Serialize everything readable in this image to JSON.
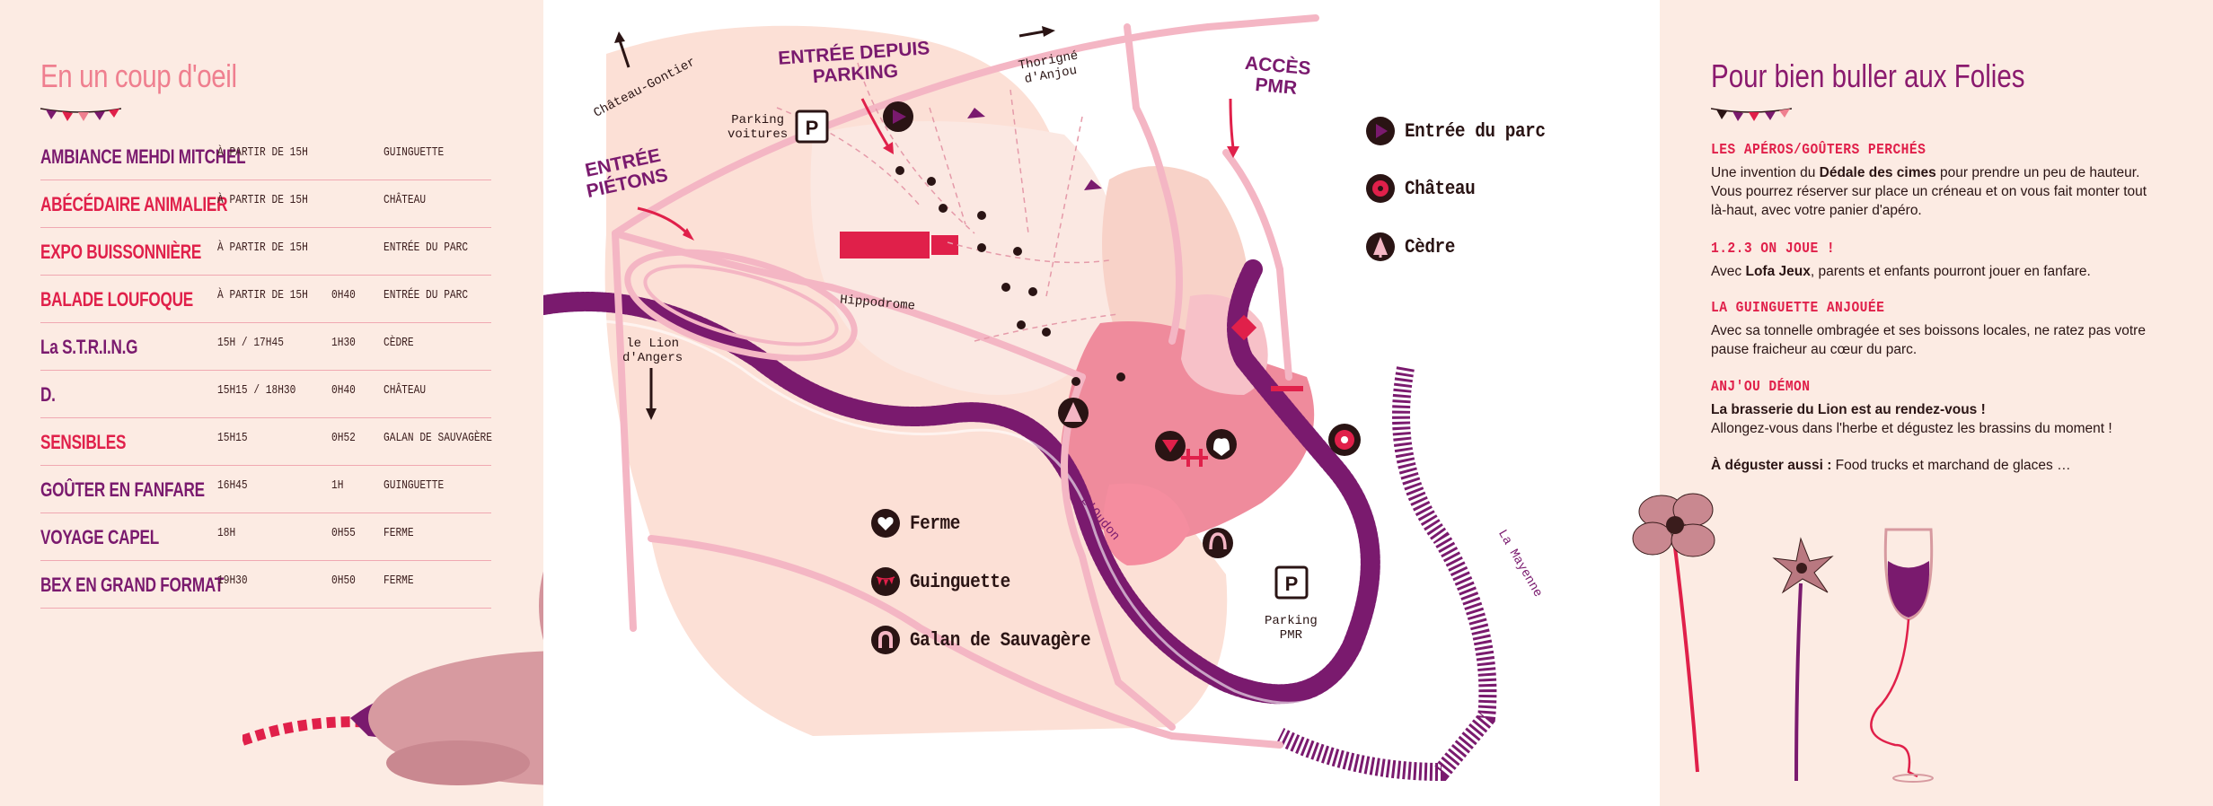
{
  "left_panel": {
    "title": "En un coup d'oeil",
    "program": [
      {
        "name": "AMBIANCE MEHDI MITCHEL",
        "time": "À PARTIR DE 15H",
        "duration": "",
        "place": "GUINGUETTE",
        "color": "#7a1a6e"
      },
      {
        "name": "ABÉCÉDAIRE ANIMALIER",
        "time": "À PARTIR DE 15H",
        "duration": "",
        "place": "CHÂTEAU",
        "color": "#e0204a"
      },
      {
        "name": "EXPO BUISSONNIÈRE",
        "time": "À PARTIR DE 15H",
        "duration": "",
        "place": "ENTRÉE DU PARC",
        "color": "#e0204a"
      },
      {
        "name": "BALADE LOUFOQUE",
        "time": "À PARTIR DE 15H",
        "duration": "0H40",
        "place": "ENTRÉE DU PARC",
        "color": "#e0204a"
      },
      {
        "name": "La S.T.R.I.N.G",
        "time": "15H / 17H45",
        "duration": "1H30",
        "place": "CÈDRE",
        "color": "#7a1a6e"
      },
      {
        "name": "D.",
        "time": "15H15 / 18H30",
        "duration": "0H40",
        "place": "CHÂTEAU",
        "color": "#7a1a6e"
      },
      {
        "name": "SENSIBLES",
        "time": "15H15",
        "duration": "0H52",
        "place": "GALAN DE SAUVAGÈRE",
        "color": "#e0204a"
      },
      {
        "name": "GOÛTER EN FANFARE",
        "time": "16H45",
        "duration": "1H",
        "place": "GUINGUETTE",
        "color": "#7a1a6e"
      },
      {
        "name": "VOYAGE CAPEL",
        "time": "18H",
        "duration": "0H55",
        "place": "FERME",
        "color": "#7a1a6e"
      },
      {
        "name": "BEX EN GRAND FORMAT",
        "time": "19H30",
        "duration": "0H50",
        "place": "FERME",
        "color": "#7a1a6e"
      }
    ]
  },
  "right_panel": {
    "title": "Pour bien buller aux Folies",
    "sections": [
      {
        "heading": "LES APÉROS/GOÛTERS PERCHÉS",
        "text_before": "Une invention du ",
        "text_bold": "Dédale des cimes",
        "text_after": " pour prendre un peu de hauteur.  Vous pourrez réserver sur place un créneau et on vous fait monter tout là-haut, avec votre panier d'apéro."
      },
      {
        "heading": "1.2.3 ON JOUE !",
        "text_before": "Avec ",
        "text_bold": "Lofa Jeux",
        "text_after": ", parents et enfants pourront jouer en fanfare."
      },
      {
        "heading": "LA GUINGUETTE ANJOUÉE",
        "text_before": "Avec sa tonnelle ombragée et ses boissons locales, ne ratez pas votre pause fraicheur au cœur du parc.",
        "text_bold": "",
        "text_after": ""
      },
      {
        "heading": "ANJ'OU DÉMON",
        "text_before": "",
        "text_bold": "La brasserie du Lion est au rendez-vous !",
        "text_after": "Allongez-vous dans l'herbe et dégustez les brassins du moment !"
      }
    ],
    "footer_bold": "À déguster aussi :",
    "footer_text": " Food trucks et marchand de glaces …"
  },
  "map": {
    "labels": {
      "chateau_gontier": "Château-Gontier",
      "entree_pietons": "ENTRÉE\nPIÉTONS",
      "entree_parking": "ENTRÉE DEPUIS\nPARKING",
      "parking_voitures": "Parking\nvoitures",
      "p_sign": "P",
      "thorigne": "Thorigné\nd'Anjou",
      "acces_pmr": "ACCÈS\nPMR",
      "hippodrome": "Hippodrome",
      "lion_angers": "le Lion\nd'Angers",
      "oudon": "L'Oudon",
      "mayenne": "La Mayenne",
      "parking_pmr": "Parking\nPMR"
    },
    "legend_right": [
      {
        "label": "Entrée du parc",
        "icon": "entrance-arrow-icon"
      },
      {
        "label": "Château",
        "icon": "chateau-target-icon"
      },
      {
        "label": "Cèdre",
        "icon": "cedar-tree-icon"
      }
    ],
    "legend_bottom": [
      {
        "label": "Ferme",
        "icon": "heart-icon"
      },
      {
        "label": "Guinguette",
        "icon": "bunting-icon"
      },
      {
        "label": "Galan de Sauvagère",
        "icon": "horseshoe-icon"
      }
    ]
  },
  "colors": {
    "pink_bg": "#fcebe3",
    "accent_pink": "#ef7f8f",
    "purple": "#7a1a6e",
    "red": "#e0204a",
    "river": "#7a1a6e",
    "road": "#f4b6c4"
  }
}
